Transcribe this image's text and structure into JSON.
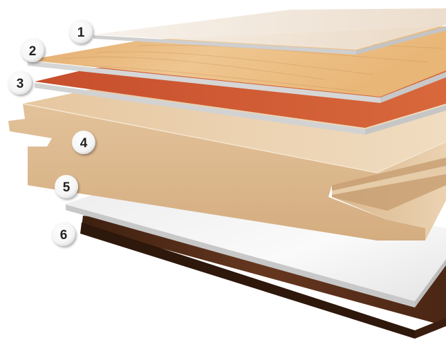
{
  "layers": [
    {
      "label": "1",
      "color": "#f1e8dc"
    },
    {
      "label": "2",
      "color": "#e8b676"
    },
    {
      "label": "3",
      "color": "#cf5b34"
    },
    {
      "label": "4",
      "color": "#e6c59b"
    },
    {
      "label": "5",
      "color": "#f3f3f3"
    },
    {
      "label": "6",
      "color": "#5a2f1b"
    }
  ]
}
